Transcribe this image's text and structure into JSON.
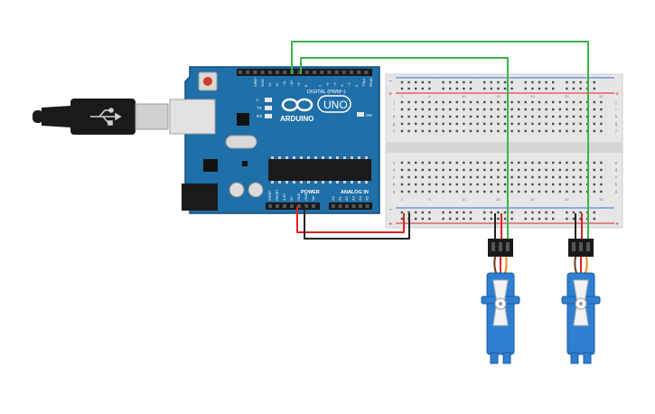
{
  "board": {
    "brand": "ARDUINO",
    "model": "UNO",
    "digital_label": "DIGITAL (PWM~)",
    "power_label": "POWER",
    "analog_label": "ANALOG IN",
    "header_left": [
      "AREF",
      "GND",
      "13",
      "12",
      "~11",
      "~10",
      "~9",
      "8"
    ],
    "header_right": [
      "7",
      "~6",
      "~5",
      "4",
      "~3",
      "2",
      "TX▸1",
      "RX◂0"
    ],
    "power_pins": [
      "IOREF",
      "RESET",
      "3.3V",
      "5V",
      "GND",
      "GND",
      "Vin"
    ],
    "analog_pins": [
      "A0",
      "A1",
      "A2",
      "A3",
      "A4",
      "A5"
    ],
    "led_labels": [
      "L",
      "TX",
      "RX"
    ],
    "on_label": "ON"
  },
  "breadboard": {
    "col_numbers": [
      "1",
      "5",
      "10",
      "15",
      "20",
      "25",
      "30"
    ],
    "row_letters_top": [
      "j",
      "i",
      "h",
      "g",
      "f"
    ],
    "row_letters_bottom": [
      "e",
      "d",
      "c",
      "b",
      "a"
    ]
  },
  "colors": {
    "board": "#1f6fa8",
    "board_dark": "#174f79",
    "wire_signal": "#3cb44b",
    "wire_power": "#e02020",
    "wire_ground": "#222222",
    "servo_body": "#2f7fd0",
    "breadboard": "#e6e6e6"
  },
  "icons": {
    "usb": "usb-icon",
    "logo": "arduino-infinity-logo-icon"
  }
}
